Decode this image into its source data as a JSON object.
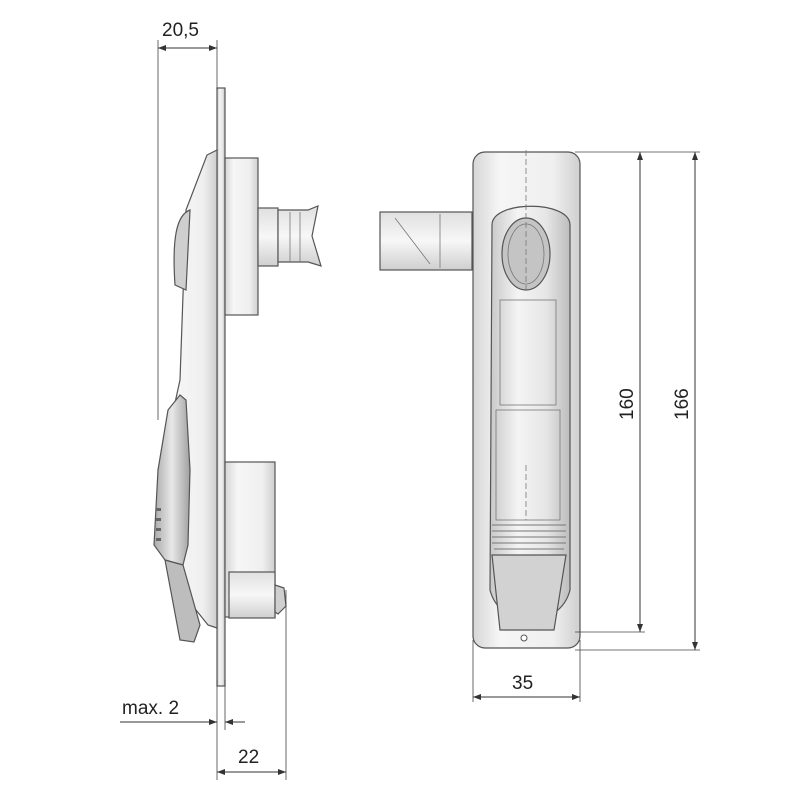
{
  "dimensions": {
    "top_depth": "20,5",
    "panel_max": "max. 2",
    "rear_depth": "22",
    "width": "35",
    "handle_length": "160",
    "overall_length": "166"
  },
  "colors": {
    "background": "#ffffff",
    "line": "#333333",
    "metal_light": "#f2f2f2",
    "metal_mid": "#dcdcdc",
    "metal_dark": "#b4b4b4"
  }
}
